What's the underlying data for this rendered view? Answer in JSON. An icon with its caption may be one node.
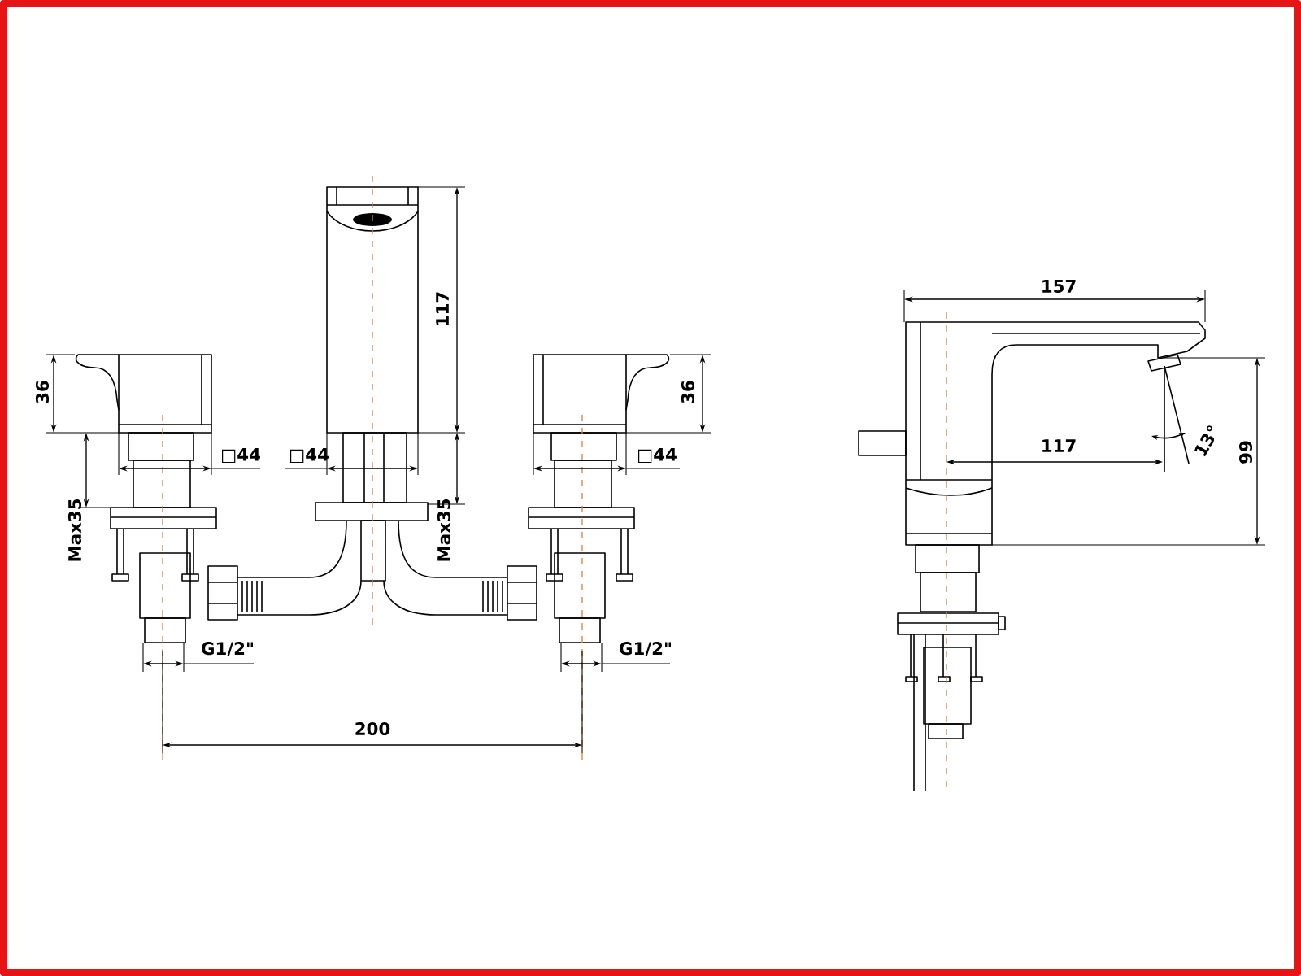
{
  "diagram": {
    "labels": [
      "157",
      "117",
      "36",
      "36",
      "□44",
      "□44",
      "□44",
      "117",
      "13°",
      "99",
      "Max35",
      "Max35",
      "G1/2\"",
      "G1/2\"",
      "200"
    ]
  }
}
